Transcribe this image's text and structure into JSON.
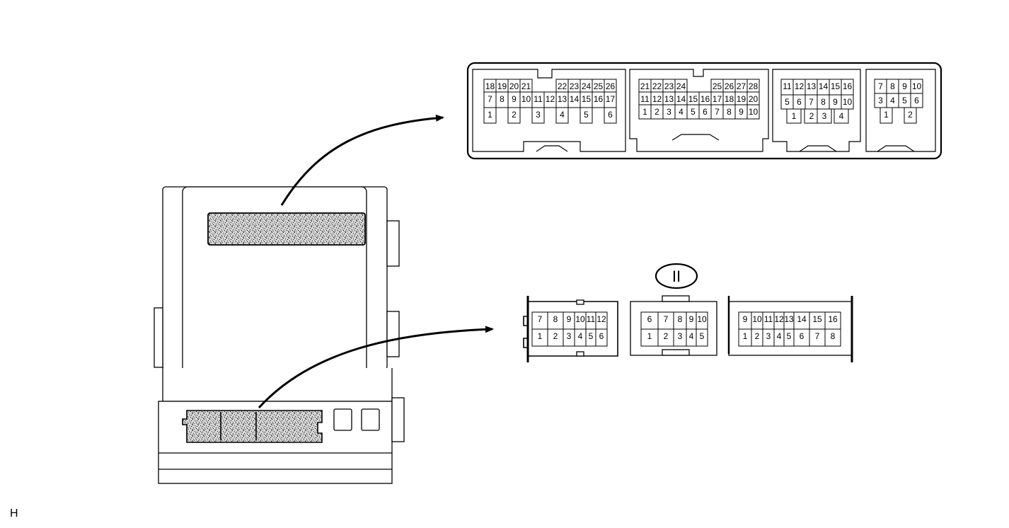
{
  "upper_connector": {
    "block_a": {
      "row1": [
        "18",
        "19",
        "20",
        "21",
        "22",
        "23",
        "24",
        "25",
        "26"
      ],
      "row2": [
        "7",
        "8",
        "9",
        "10",
        "11",
        "12",
        "13",
        "14",
        "15",
        "16",
        "17"
      ],
      "row3": [
        "1",
        "2",
        "3",
        "4",
        "5",
        "6"
      ]
    },
    "block_b": {
      "row1": [
        "21",
        "22",
        "23",
        "24",
        "25",
        "26",
        "27",
        "28"
      ],
      "row2": [
        "11",
        "12",
        "13",
        "14",
        "15",
        "16",
        "17",
        "18",
        "19",
        "20"
      ],
      "row3": [
        "1",
        "2",
        "3",
        "4",
        "5",
        "6",
        "7",
        "8",
        "9",
        "10"
      ]
    },
    "block_c": {
      "row1": [
        "11",
        "12",
        "13",
        "14",
        "15",
        "16"
      ],
      "row2": [
        "5",
        "6",
        "7",
        "8",
        "9",
        "10"
      ],
      "row3": [
        "1",
        "2",
        "3",
        "4"
      ]
    },
    "block_d": {
      "row1": [
        "7",
        "8",
        "9",
        "10"
      ],
      "row2": [
        "3",
        "4",
        "5",
        "6"
      ],
      "row3": [
        "1",
        "2"
      ]
    }
  },
  "lower_connector": {
    "label": "II",
    "block_a": {
      "top": [
        "7",
        "8",
        "9",
        "10",
        "11",
        "12"
      ],
      "bottom": [
        "1",
        "2",
        "3",
        "4",
        "5",
        "6"
      ]
    },
    "block_b": {
      "top": [
        "6",
        "7",
        "8",
        "9",
        "10"
      ],
      "bottom": [
        "1",
        "2",
        "3",
        "4",
        "5"
      ]
    },
    "block_c": {
      "top": [
        "9",
        "10",
        "11",
        "12",
        "13",
        "14",
        "15",
        "16"
      ],
      "bottom": [
        "1",
        "2",
        "3",
        "4",
        "5",
        "6",
        "7",
        "8"
      ]
    }
  },
  "corner_mark": "H"
}
